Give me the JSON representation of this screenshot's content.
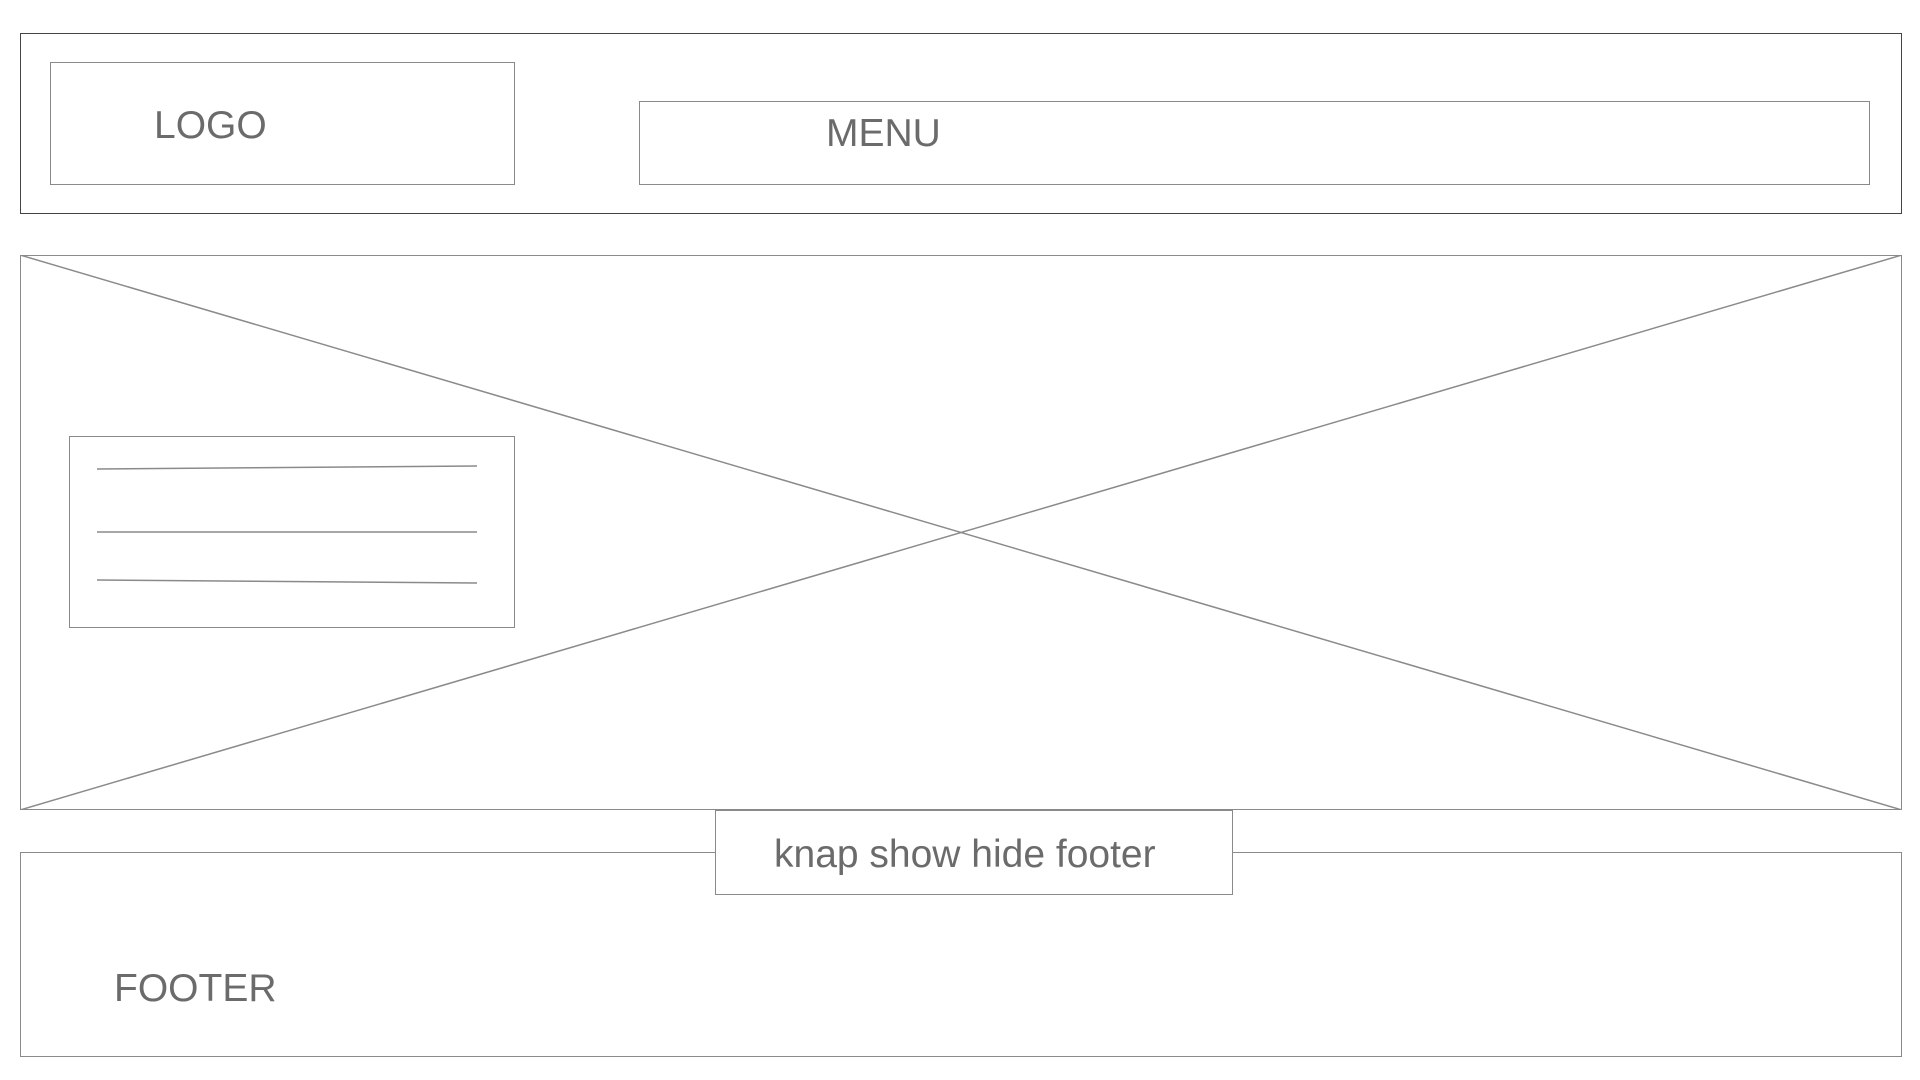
{
  "header": {
    "logo_label": "LOGO",
    "menu_label": "MENU"
  },
  "hero": {
    "placeholder": "image-placeholder"
  },
  "text_card": {
    "line_count": 3
  },
  "footer": {
    "toggle_label": "knap show hide footer",
    "footer_label": "FOOTER"
  },
  "colors": {
    "stroke": "#8a8a8a",
    "header_stroke": "#444444",
    "text": "#6b6b6b",
    "background": "#ffffff"
  }
}
